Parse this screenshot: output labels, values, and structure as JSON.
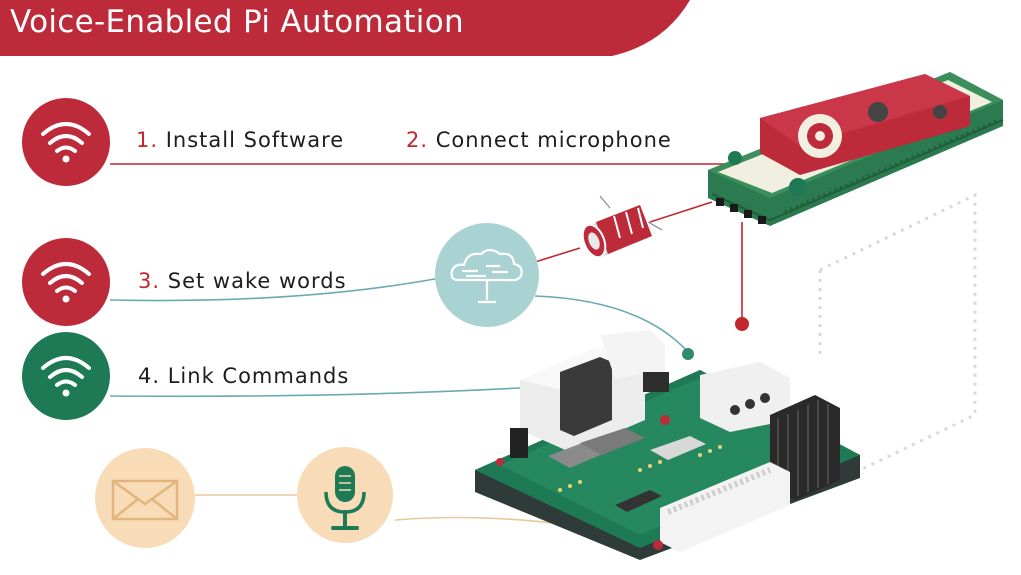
{
  "title": "Voice-Enabled Pi Automation",
  "steps": [
    {
      "num": "1.",
      "label": "Install Software"
    },
    {
      "num": "2.",
      "label": "Connect microphone"
    },
    {
      "num": "3.",
      "label": "Set wake words"
    },
    {
      "num": "4.",
      "label": "Link Commands"
    }
  ],
  "colors": {
    "red": "#bd2a3a",
    "green": "#1e7a55",
    "teal": "#a9d3d3",
    "peach": "#f8dcb8"
  },
  "icons": [
    "wifi-icon",
    "wifi-icon",
    "wifi-icon",
    "wifi-icon",
    "cloud-icon",
    "envelope-icon",
    "microphone-icon",
    "microphone-module",
    "usb-board",
    "raspberry-pi-board"
  ]
}
